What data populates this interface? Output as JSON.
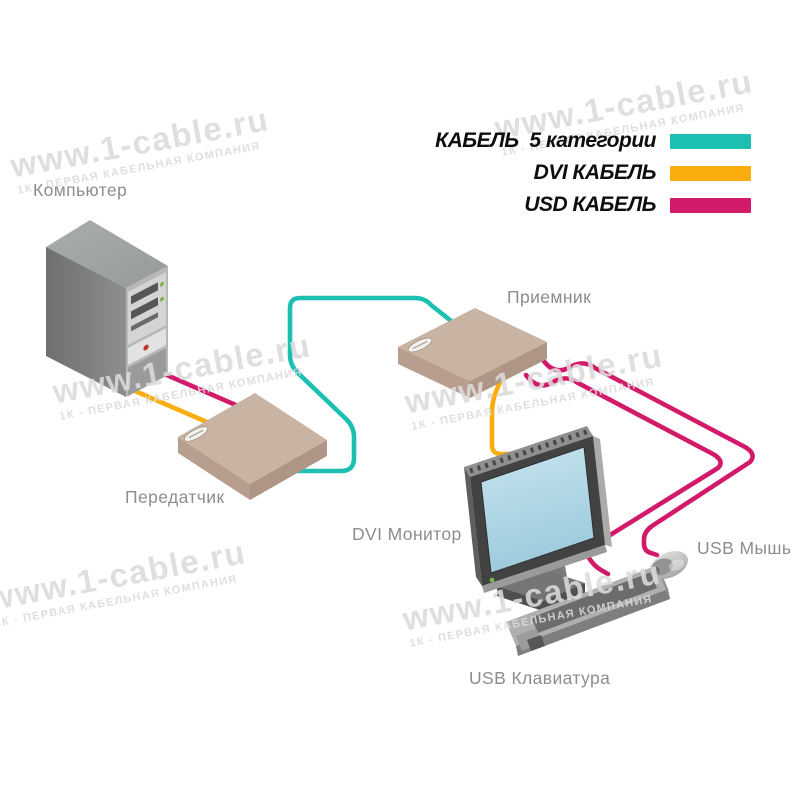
{
  "legend": {
    "items": [
      {
        "id": "cat5",
        "label": "КАБЕЛЬ  5 категории",
        "color": "#1CBFB2"
      },
      {
        "id": "dvi",
        "label": "DVI КАБЕЛЬ",
        "color": "#FBAD0D"
      },
      {
        "id": "usb",
        "label": "USD КАБЕЛЬ",
        "color": "#D31A6A"
      }
    ]
  },
  "labels": {
    "computer": "Компьютер",
    "transmitter": "Передатчик",
    "receiver": "Приемник",
    "monitor": "DVI Монитор",
    "mouse": "USB Мышь",
    "keyboard": "USB Клавиатура"
  },
  "watermark": {
    "line1": "www.1-cable.ru",
    "line2": "1К - ПЕРВАЯ КАБЕЛЬНАЯ КОМПАНИЯ"
  },
  "colors": {
    "cable_cat5": "#1CBFB2",
    "cable_dvi": "#FBAD0D",
    "cable_usb": "#D31A6A",
    "label_text": "#8D8D8D",
    "legend_text": "#0E0E0E",
    "watermark": "#DBDBDB"
  }
}
